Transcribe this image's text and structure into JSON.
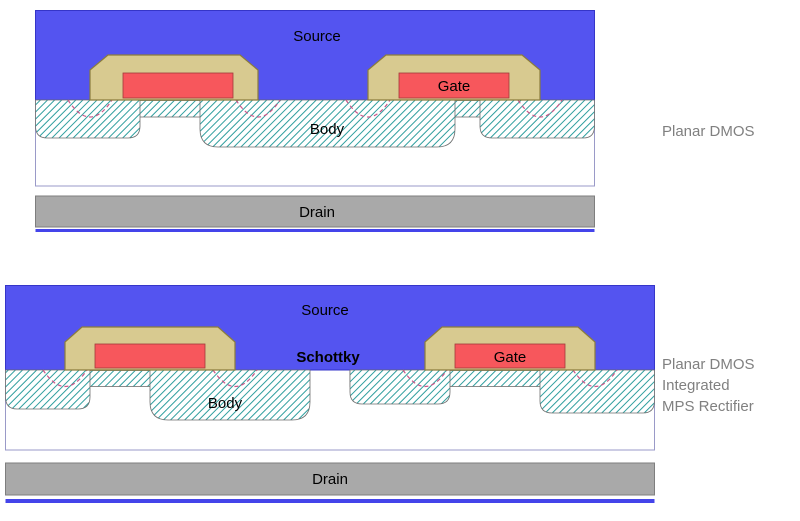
{
  "colors": {
    "source_blue": "#5454f0",
    "backside_metal_blue": "#4444ea",
    "gate_tan": "#d8ca90",
    "poly_red": "#f7575c",
    "drain_gray": "#a9a9a9",
    "hatch_line": "#2f9e9e",
    "junction_pink": "#cc5588",
    "caption_gray": "#808080"
  },
  "top": {
    "source": "Source",
    "body": "Body",
    "gate": "Gate",
    "drain": "Drain",
    "caption": "Planar DMOS"
  },
  "bottom": {
    "source": "Source",
    "schottky": "Schottky",
    "body": "Body",
    "gate": "Gate",
    "drain": "Drain",
    "caption_lines": [
      "Planar DMOS",
      "Integrated",
      "MPS Rectifier"
    ]
  }
}
